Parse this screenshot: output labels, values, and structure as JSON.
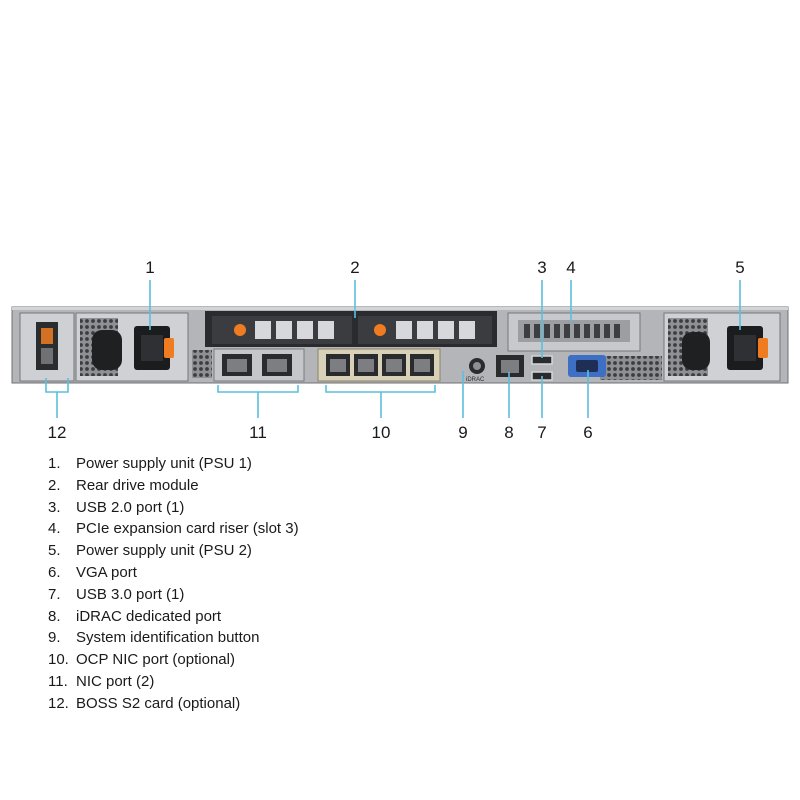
{
  "callouts": [
    {
      "number": "1"
    },
    {
      "number": "2"
    },
    {
      "number": "3"
    },
    {
      "number": "4"
    },
    {
      "number": "5"
    },
    {
      "number": "6"
    },
    {
      "number": "7"
    },
    {
      "number": "8"
    },
    {
      "number": "9"
    },
    {
      "number": "10"
    },
    {
      "number": "11"
    },
    {
      "number": "12"
    }
  ],
  "panel_text": {
    "idrac_label": "iDRAC"
  },
  "legend": [
    {
      "num": "1.",
      "text": "Power supply unit (PSU 1)"
    },
    {
      "num": "2.",
      "text": "Rear drive module"
    },
    {
      "num": "3.",
      "text": "USB 2.0 port (1)"
    },
    {
      "num": "4.",
      "text": "PCIe expansion card riser (slot 3)"
    },
    {
      "num": "5.",
      "text": "Power supply unit (PSU 2)"
    },
    {
      "num": "6.",
      "text": "VGA port"
    },
    {
      "num": "7.",
      "text": "USB 3.0 port (1)"
    },
    {
      "num": "8.",
      "text": "iDRAC dedicated port"
    },
    {
      "num": "9.",
      "text": "System identification button"
    },
    {
      "num": "10.",
      "text": "OCP NIC port (optional)"
    },
    {
      "num": "11.",
      "text": "NIC port (2)"
    },
    {
      "num": "12.",
      "text": "BOSS S2 card (optional)"
    }
  ],
  "colors": {
    "callout_line": "#5bbfe0",
    "accent_orange": "#f07c22",
    "vga_blue": "#3d6fc4",
    "chassis_gray": "#a7a9ad"
  }
}
